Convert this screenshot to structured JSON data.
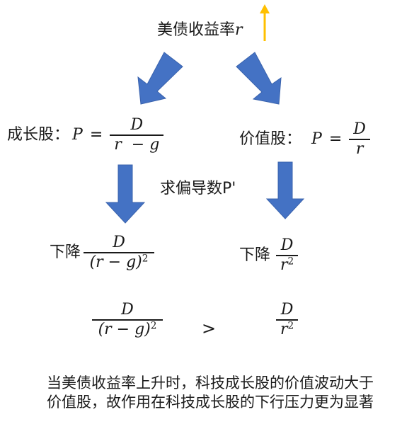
{
  "top": {
    "label": "美债收益率",
    "var": "r"
  },
  "growth": {
    "label": "成长股：",
    "lhs": "P",
    "eq": "=",
    "num": "D",
    "den_a": "r",
    "den_op": "−",
    "den_b": "g"
  },
  "value": {
    "label": "价值股：",
    "lhs": "P",
    "eq": "=",
    "num": "D",
    "den": "r"
  },
  "partial_label": "求偏导数P'",
  "growth_deriv": {
    "label": "下降",
    "num": "D",
    "den": "(r − g)",
    "exp": "2"
  },
  "value_deriv": {
    "label": "下降",
    "num": "D",
    "den": "r",
    "exp": "2"
  },
  "compare": {
    "left_num": "D",
    "left_den": "(r − g)",
    "left_exp": "2",
    "op": ">",
    "right_num": "D",
    "right_den": "r",
    "right_exp": "2"
  },
  "conclusion": "当美债收益率上升时，科技成长股的价值波动大于价值股，故作用在科技成长股的下行压力更为显著",
  "colors": {
    "arrow_blue": "#4472c4",
    "arrow_yellow": "#ffc000"
  },
  "icons": {
    "up": "yellow-up-arrow",
    "down": "blue-down-arrow"
  }
}
